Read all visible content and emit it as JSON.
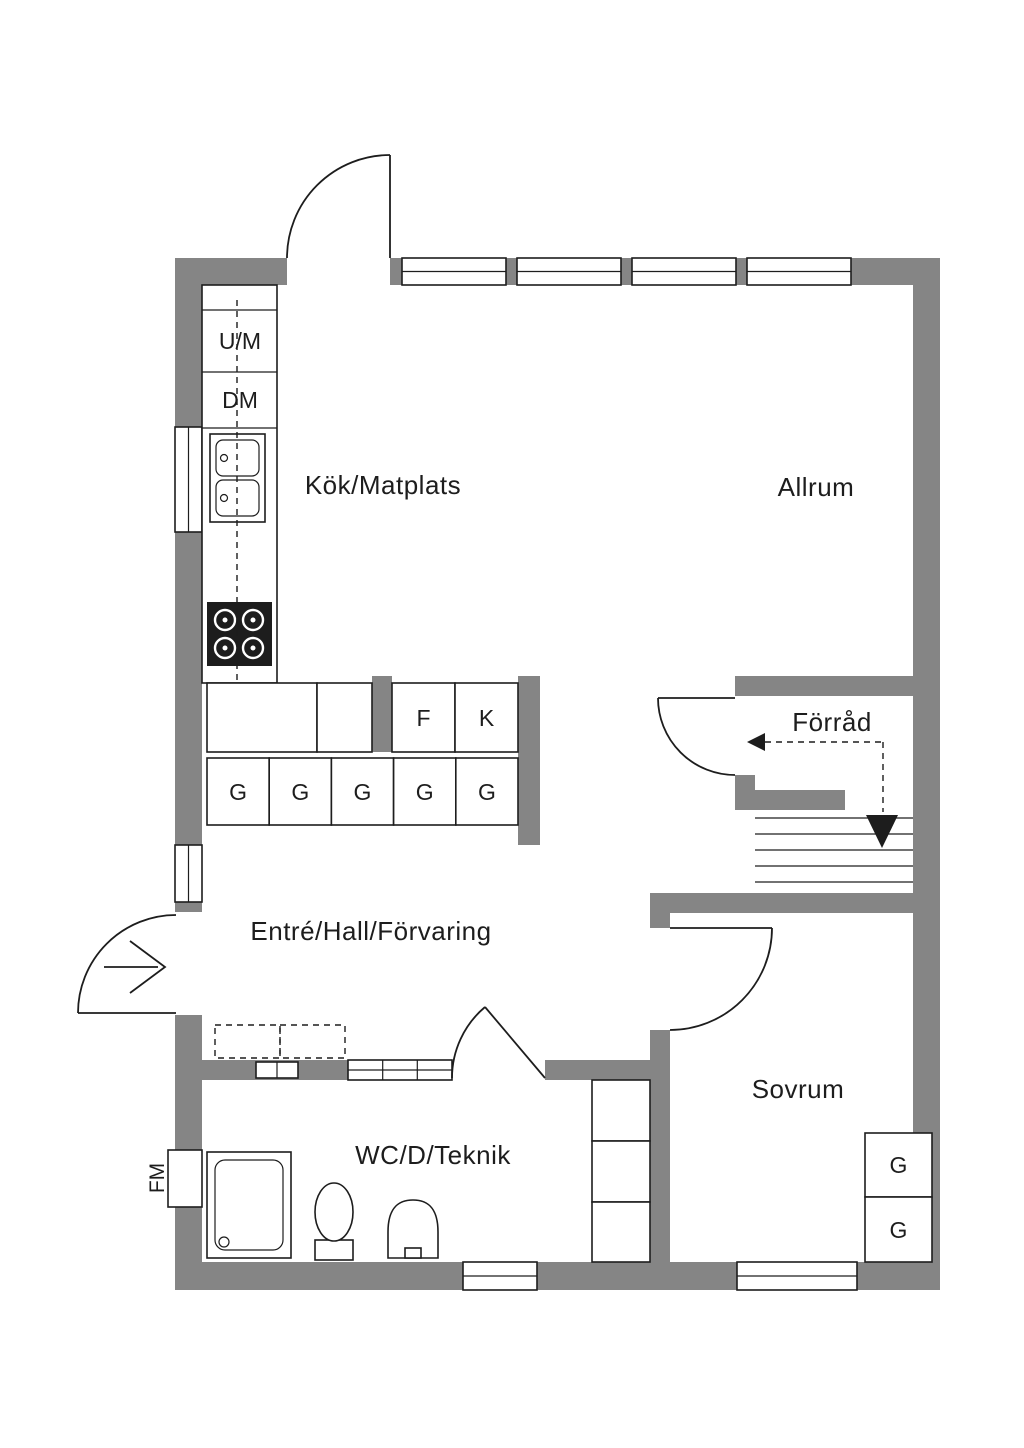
{
  "floorplan": {
    "colors": {
      "wall": "#858585",
      "line": "#1d1d1d",
      "background": "#ffffff"
    },
    "rooms": [
      {
        "name": "kitchen-dining",
        "label": "Kök/Matplats"
      },
      {
        "name": "living-room",
        "label": "Allrum"
      },
      {
        "name": "storage",
        "label": "Förråd"
      },
      {
        "name": "entry-hall",
        "label": "Entré/Hall/Förvaring"
      },
      {
        "name": "bedroom",
        "label": "Sovrum"
      },
      {
        "name": "wc-shower-tech",
        "label": "WC/D/Teknik"
      }
    ],
    "fixture_labels": {
      "washer": "U/M",
      "dishwasher": "DM",
      "freezer": "F",
      "fridge": "K",
      "wardrobe": "G",
      "meter_cabinet": "FM"
    }
  }
}
